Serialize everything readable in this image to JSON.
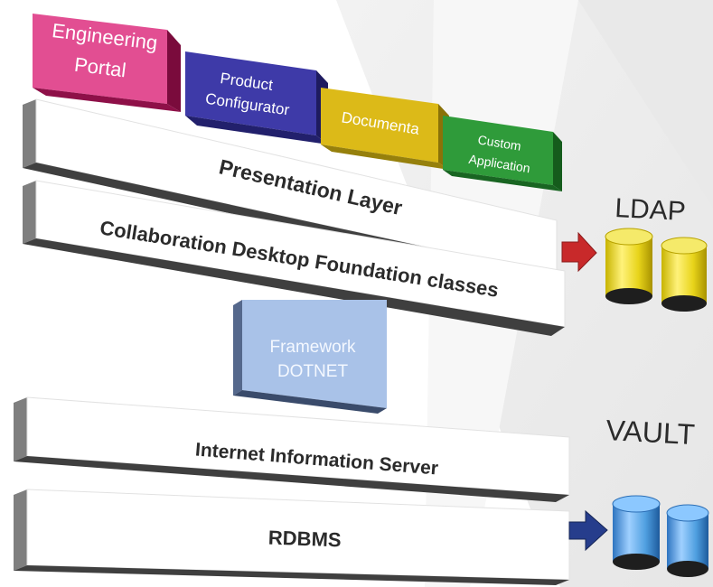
{
  "apps": [
    {
      "key": "engineering_portal",
      "lines": [
        "Engineering",
        "Portal"
      ]
    },
    {
      "key": "product_configurator",
      "lines": [
        "Product",
        "Configurator"
      ]
    },
    {
      "key": "documenta",
      "lines": [
        "Documenta"
      ]
    },
    {
      "key": "custom_application",
      "lines": [
        "Custom",
        "Application"
      ]
    }
  ],
  "layers": {
    "presentation": "Presentation Layer",
    "collaboration": "Collaboration Desktop Foundation classes",
    "framework": [
      "Framework",
      "DOTNET"
    ],
    "iis": "Internet Information Server",
    "rdbms": "RDBMS"
  },
  "stores": {
    "ldap": "LDAP",
    "vault": "VAULT"
  },
  "colors": {
    "engineering_portal": "#d8176f",
    "product_configurator": "#3d39a4",
    "documenta": "#d8b414",
    "custom_application": "#2e9a39",
    "framework": "#a7c0e6",
    "ldap_cylinder": "#ecdc1a",
    "vault_cylinder": "#4f9fe0",
    "ldap_arrow": "#c8292a",
    "vault_arrow": "#263d8c"
  }
}
